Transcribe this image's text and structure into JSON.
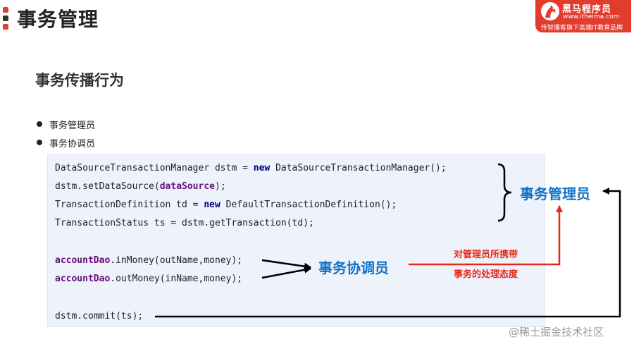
{
  "header": {
    "title": "事务管理",
    "bar_colors": [
      "#e23c2c",
      "#333333",
      "#e23c2c"
    ]
  },
  "logo": {
    "name": "黑马程序员",
    "url": "www.itheima.com",
    "slogan": "传智播客旗下高端IT教育品牌",
    "color": "#e23c2c"
  },
  "section_heading": "事务传播行为",
  "bullets": [
    "事务管理员",
    "事务协调员"
  ],
  "code": {
    "line1": {
      "pre": "DataSourceTransactionManager dstm = ",
      "kw": "new",
      "post": " DataSourceTransactionManager();"
    },
    "line2": {
      "pre": "dstm.setDataSource(",
      "field": "dataSource",
      "post": ");"
    },
    "line3": {
      "pre": "TransactionDefinition td = ",
      "kw": "new",
      "post": " DefaultTransactionDefinition();"
    },
    "line4": {
      "text": "TransactionStatus ts = dstm.getTransaction(td);"
    },
    "line5": {
      "field": "accountDao",
      "post": ".inMoney(outName,money);"
    },
    "line6": {
      "field": "accountDao",
      "post": ".outMoney(inName,money);"
    },
    "line7": {
      "text": "dstm.commit(ts);"
    }
  },
  "annotations": {
    "manager_label": "事务管理员",
    "coordinator_label": "事务协调员",
    "note_line1": "对管理员所携带",
    "note_line2": "事务的处理态度"
  },
  "colors": {
    "label_blue": "#1273c8",
    "note_red": "#e8261c",
    "code_bg": "#eef2fa",
    "keyword": "#000080",
    "field": "#660e7a"
  },
  "watermark": "@稀土掘金技术社区"
}
